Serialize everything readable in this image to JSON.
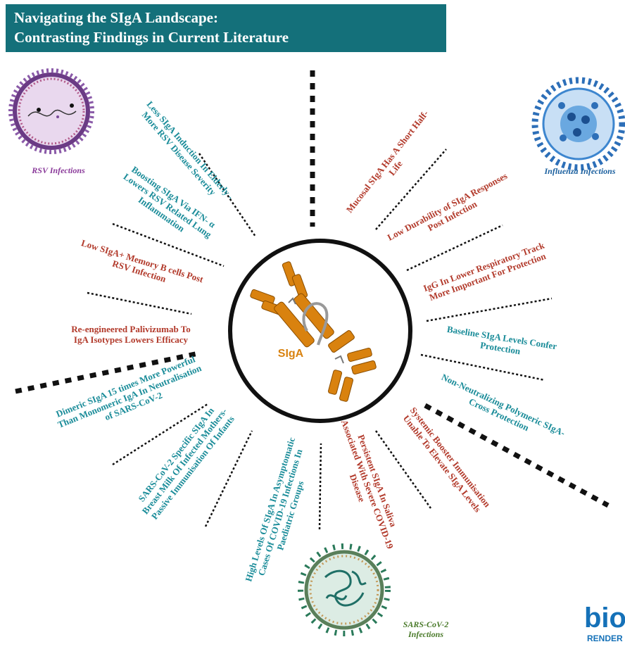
{
  "title": {
    "line1": "Navigating the SIgA Landscape:",
    "line2": "Contrasting Findings in Current Literature"
  },
  "center_label": "SIgA",
  "viruses": {
    "rsv": "RSV Infections",
    "influenza": "Influenza Infections",
    "sars_line1": "SARS-CoV-2",
    "sars_line2": "Infections"
  },
  "findings": {
    "f1": [
      "Less SIgA Induction In Elderly -",
      "More RSV Disease Severity"
    ],
    "f2": [
      "Boosting SIgA Via IFN- α",
      "Lowers RSV Related Lung",
      "Inflammation"
    ],
    "f3": [
      "Low SIgA+ Memory B cells Post",
      "RSV Infection"
    ],
    "f4": [
      "Re-engineered Palivizumab  To",
      "IgA Isotypes Lowers Efficacy"
    ],
    "f5": [
      "Dimeric SIgA 15 times More Powerful",
      "Than Monomeric IgA In Neutralisation",
      "of SARS-CoV-2"
    ],
    "f6": [
      "SARS-CoV-2 Specific SIgA In",
      "Breast Milk Of Infected Mothers-",
      "Passive Immunisation Of Infants"
    ],
    "f7": [
      "High Levels Of SIgA In Asymptomatic",
      "Cases Of COVID-19 Infections In",
      "Paediatric Groups"
    ],
    "f8": [
      "Persistent SIgA In Saliva",
      "Associated With Severe COVID-19",
      "Disease"
    ],
    "f9": [
      "Systemic Booster Immunisation",
      "Unable To Elevate  SIgA Levels"
    ],
    "f10": [
      "Non-Neutralizing Polymeric SIgA-",
      "Cross Protection"
    ],
    "f11": [
      "Baseline SIgA Levels Confer",
      "Protection"
    ],
    "f12": [
      "IgG In Lower Respiratory Track",
      "More Important For Protection"
    ],
    "f13": [
      "Low Durability of SIgA Responses",
      "Post Infection"
    ],
    "f14": [
      "Mucosal SIgA Has A Short Half-",
      "Life"
    ]
  },
  "logo": {
    "line1": "bio",
    "line2": "RENDER"
  },
  "colors": {
    "header_bg": "#14707a",
    "teal_text": "#1a8c99",
    "red_text": "#b23a2b",
    "antibody": "#d9820f"
  }
}
